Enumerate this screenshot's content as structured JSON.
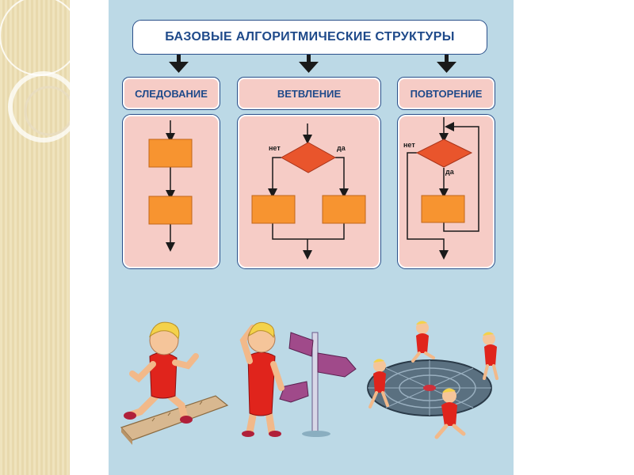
{
  "diagram": {
    "title": "БАЗОВЫЕ АЛГОРИТМИЧЕСКИЕ СТРУКТУРЫ",
    "structures": [
      {
        "label": "СЛЕДОВАНИЕ"
      },
      {
        "label": "ВЕТВЛЕНИЕ",
        "no_label": "нет",
        "yes_label": "да"
      },
      {
        "label": "ПОВТОРЕНИЕ",
        "no_label": "нет",
        "yes_label": "да"
      }
    ]
  },
  "colors": {
    "poster_bg": "#bcd9e6",
    "panel_bg": "#f6ccc6",
    "block_fill": "#f79430",
    "diamond_fill": "#e9552c",
    "text_blue": "#1f4a8a",
    "side_strip": "#efe3bd"
  },
  "illustrations": [
    "boy-walking-on-board",
    "boy-at-signpost",
    "boys-running-around-circle"
  ]
}
